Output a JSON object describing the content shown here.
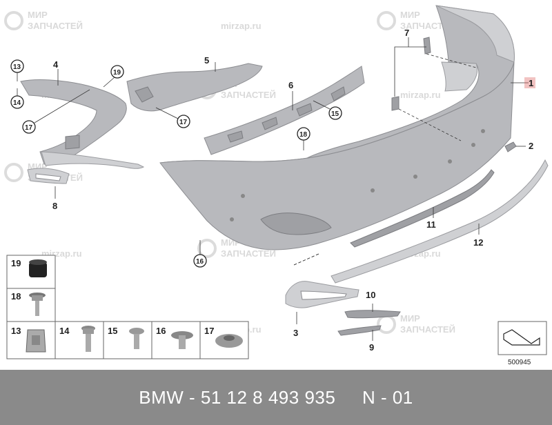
{
  "watermarks": {
    "brand_line1": "МИР",
    "brand_line2": "ЗАПЧАСТЕЙ",
    "domain": "mirzap.ru"
  },
  "callouts": {
    "c1": "1",
    "c2": "2",
    "c3": "3",
    "c4": "4",
    "c5": "5",
    "c6": "6",
    "c7": "7",
    "c8": "8",
    "c9": "9",
    "c10": "10",
    "c11": "11",
    "c12": "12",
    "c13": "13",
    "c14": "14",
    "c15": "15",
    "c16": "16",
    "c17a": "17",
    "c17b": "17",
    "c18": "18",
    "c19": "19"
  },
  "hardware": {
    "h19": "19",
    "h18": "18",
    "h13": "13",
    "h14": "14",
    "h15": "15",
    "h16": "16",
    "h17": "17"
  },
  "reference_number": "500945",
  "footer": {
    "text": "BMW - 51 12 8 493 935     N - 01"
  },
  "colors": {
    "part_fill": "#b8b9bd",
    "highlight_red": "#d9534f",
    "footer_bg": "#8a8a8a"
  }
}
